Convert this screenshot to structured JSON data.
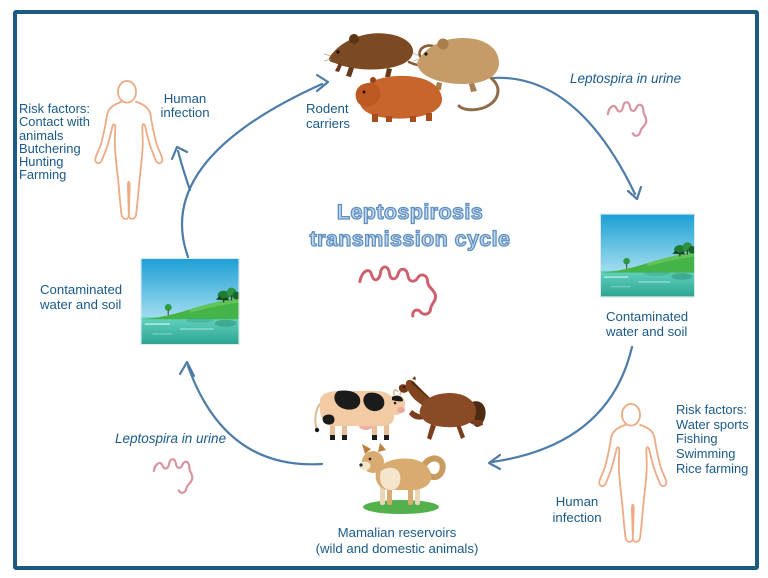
{
  "title": {
    "line1": "Leptospirosis",
    "line2": "transmission cycle"
  },
  "labels": {
    "rodent_carriers": {
      "line1": "Rodent",
      "line2": "carriers"
    },
    "leptospira_urine_right": "Leptospira in urine",
    "leptospira_urine_left": "Leptospira in urine",
    "contaminated_left": {
      "line1": "Contaminated",
      "line2": "water and soil"
    },
    "contaminated_right": {
      "line1": "Contaminated",
      "line2": "water and soil"
    },
    "human_infection_left": {
      "line1": "Human",
      "line2": "infection"
    },
    "human_infection_right": {
      "line1": "Human",
      "line2": "infection"
    },
    "mammalian_reservoirs": {
      "line1": "Mamalian reservoirs",
      "line2": "(wild and domestic animals)"
    },
    "risk_factors_left": {
      "lines": [
        "Risk factors:",
        "Contact with",
        "animals",
        "Butchering",
        "Hunting",
        "Farming"
      ]
    },
    "risk_factors_right": {
      "lines": [
        "Risk factors:",
        "Water sports",
        "Fishing",
        "Swimming",
        "Rice farming"
      ]
    }
  },
  "icons": {
    "rodents": [
      "brown-rat-icon",
      "tan-rat-icon",
      "capybara-icon"
    ],
    "mammals": [
      "cow-icon",
      "horse-icon",
      "dog-icon"
    ],
    "other": [
      "human-outline-icon",
      "water-scene-icon",
      "leptospira-spirochete-icon",
      "cycle-arrow"
    ]
  },
  "colors": {
    "background": "#ffffff",
    "border": "#1e5a80",
    "label_text": "#1a5a8a",
    "arrow": "#4d7ca8",
    "title_fill": "#c4d9ec",
    "title_outline": "#5e8fc2",
    "human_outline": "#ecab85",
    "spirochete_small": "#db93a0",
    "spirochete_large": "#ce5f6c"
  }
}
